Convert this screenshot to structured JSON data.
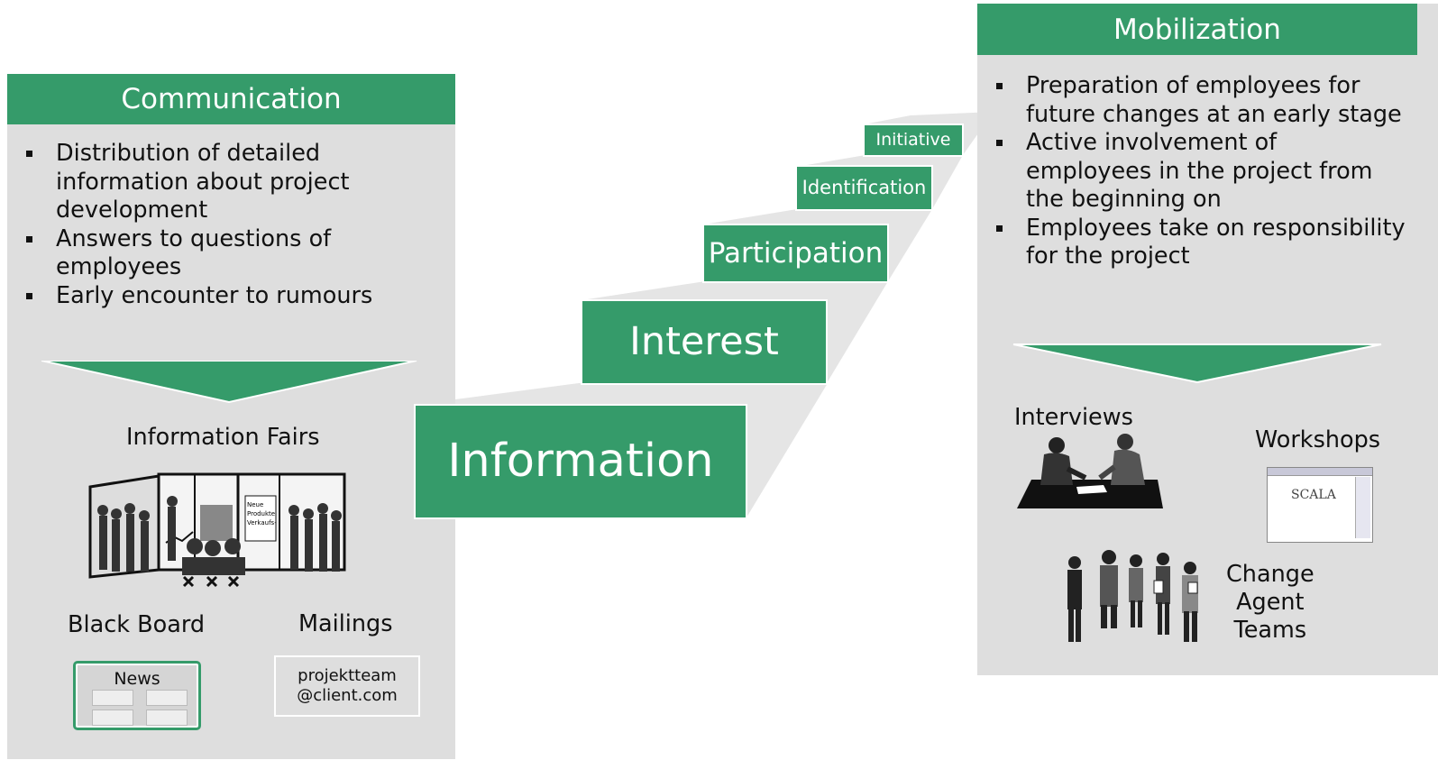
{
  "communication": {
    "title": "Communication",
    "bullets": [
      "Distribution of detailed information about project development",
      "Answers to questions of employees",
      "Early encounter to rumours"
    ],
    "info_fairs": "Information Fairs",
    "black_board": "Black Board",
    "mailings": "Mailings",
    "news": "News",
    "email_line1": "projektteam",
    "email_line2": "@client.com"
  },
  "steps": {
    "information": "Information",
    "interest": "Interest",
    "participation": "Participation",
    "identification": "Identification",
    "initiative": "Initiative"
  },
  "mobilization": {
    "title": "Mobilization",
    "bullets": [
      "Preparation of employees for future changes at an early stage",
      "Active involvement of employees in the project from the beginning on",
      "Employees take on responsibility for the project"
    ],
    "interviews": "Interviews",
    "workshops": "Workshops",
    "change_agent_line1": "Change",
    "change_agent_line2": "Agent",
    "change_agent_line3": "Teams",
    "workshop_logo": "SCALA"
  },
  "colors": {
    "accent_green": "#359b6a",
    "panel_gray": "#dedede"
  }
}
